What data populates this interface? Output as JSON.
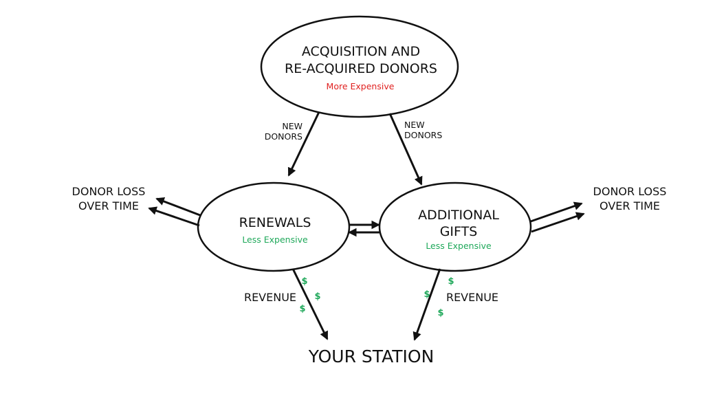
{
  "colors": {
    "line": "#111111",
    "expensive": "#e0201f",
    "cheap": "#1fa85a"
  },
  "acquisition": {
    "line1": "ACQUISITION AND",
    "line2": "RE-ACQUIRED DONORS",
    "note": "More Expensive"
  },
  "renewals": {
    "title": "RENEWALS",
    "note": "Less Expensive"
  },
  "additional": {
    "line1": "ADDITIONAL",
    "line2": "GIFTS",
    "note": "Less Expensive"
  },
  "new_donors_left": {
    "line1": "NEW",
    "line2": "DONORS"
  },
  "new_donors_right": {
    "line1": "NEW",
    "line2": "DONORS"
  },
  "loss_left": {
    "line1": "DONOR LOSS",
    "line2": "OVER TIME"
  },
  "loss_right": {
    "line1": "DONOR LOSS",
    "line2": "OVER TIME"
  },
  "revenue_left": "REVENUE",
  "revenue_right": "REVENUE",
  "dollar_sign": "$",
  "station": "YOUR STATION"
}
